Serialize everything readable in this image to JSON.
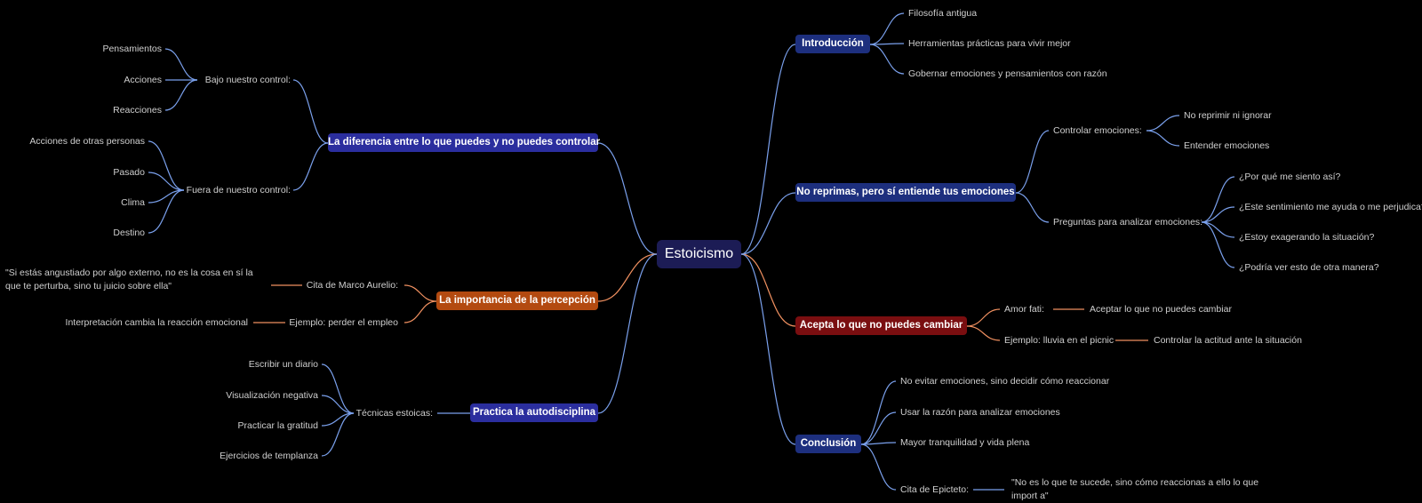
{
  "colors": {
    "blue_line": "#7aa0ec",
    "orange_line": "#f09060"
  },
  "center": "Estoicismo",
  "right": {
    "introduccion": {
      "label": "Introducción",
      "items": [
        "Filosofía antigua",
        "Herramientas prácticas para vivir mejor",
        "Gobernar emociones y pensamientos con razón"
      ]
    },
    "emociones": {
      "label": "No reprimas, pero sí entiende tus emociones",
      "controlar": {
        "label": "Controlar emociones:",
        "items": [
          "No reprimir ni ignorar",
          "Entender emociones"
        ]
      },
      "preguntas": {
        "label": "Preguntas para analizar emociones:",
        "items": [
          "¿Por qué me siento así?",
          "¿Este sentimiento me ayuda o me perjudica?",
          "¿Estoy exagerando la situación?",
          "¿Podría ver esto de otra manera?"
        ]
      }
    },
    "acepta": {
      "label": "Acepta lo que no puedes cambiar",
      "amor": {
        "label": "Amor fati:",
        "value": "Aceptar lo que no puedes cambiar"
      },
      "ejemplo": {
        "label": "Ejemplo: lluvia en el picnic",
        "value": "Controlar la actitud ante la situación"
      }
    },
    "conclusion": {
      "label": "Conclusión",
      "items": [
        "No evitar emociones, sino decidir cómo reaccionar",
        "Usar la razón para analizar emociones",
        "Mayor tranquilidad y vida plena"
      ],
      "cita": {
        "label": "Cita de Epicteto:",
        "value": "\"No es lo que te sucede, sino cómo reaccionas a ello lo que import a\""
      }
    }
  },
  "left": {
    "diferencia": {
      "label": "La diferencia entre lo que puedes y no puedes controlar",
      "bajo": {
        "label": "Bajo nuestro control:",
        "items": [
          "Pensamientos",
          "Acciones",
          "Reacciones"
        ]
      },
      "fuera": {
        "label": "Fuera de nuestro control:",
        "items": [
          "Acciones de otras personas",
          "Pasado",
          "Clima",
          "Destino"
        ]
      }
    },
    "percepcion": {
      "label": "La importancia de la percepción",
      "cita": {
        "label": "Cita de Marco Aurelio:",
        "value": "\"Si estás angustiado por algo externo, no es la cosa en sí la que te perturba, sino tu juicio sobre ella\""
      },
      "ejemplo": {
        "label": "Ejemplo: perder el empleo",
        "value": "Interpretación cambia la reacción emocional"
      }
    },
    "autodisciplina": {
      "label": "Practica la autodisciplina",
      "tecnicas": {
        "label": "Técnicas estoicas:",
        "items": [
          "Escribir un diario",
          "Visualización negativa",
          "Practicar la gratitud",
          "Ejercicios de templanza"
        ]
      }
    }
  }
}
